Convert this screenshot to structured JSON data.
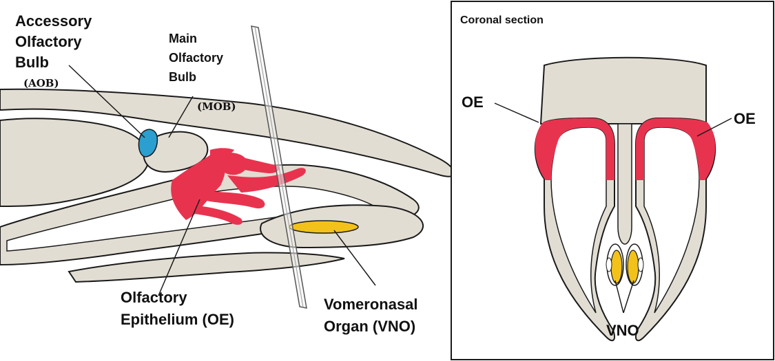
{
  "left_panel": {
    "aob_label": [
      "Accessory",
      "Olfactory",
      "Bulb"
    ],
    "aob_abbr": "(AOB)",
    "mob_label": [
      "Main",
      "Olfactory",
      "Bulb"
    ],
    "mob_abbr": "(MOB)",
    "oe_label": [
      "Olfactory",
      "Epithelium (OE)"
    ],
    "vno_label": [
      "Vomeronasal",
      "Organ (VNO)"
    ]
  },
  "right_panel": {
    "title": "Coronal section",
    "oe_left": "OE",
    "oe_right": "OE",
    "vno": "VNO"
  },
  "colors": {
    "tissue": "#e2ddd3",
    "outline": "#1a1a1a",
    "epithelium": "#e8334f",
    "aob": "#2b9fd0",
    "vno": "#f2c21a",
    "background": "#ffffff"
  }
}
